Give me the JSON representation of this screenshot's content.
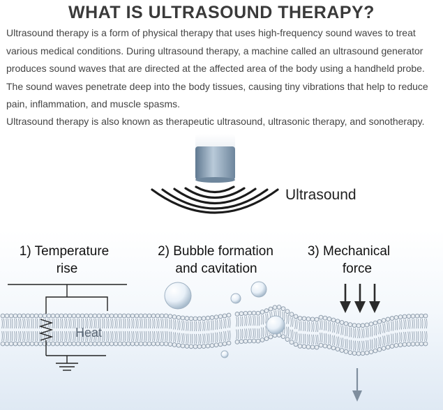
{
  "title": "WHAT IS ULTRASOUND THERAPY?",
  "paragraphs": [
    "Ultrasound therapy is a form of physical therapy that uses high-frequency sound waves to treat various medical conditions. During ultrasound therapy, a machine called an ultrasound generator produces sound waves that are directed at the affected area of the body using a handheld probe. The sound waves penetrate deep into the body tissues, causing tiny vibrations that help to reduce pain, inflammation, and muscle spasms.",
    "Ultrasound therapy is also known as therapeutic ultrasound, ultrasonic therapy, and sonotherapy."
  ],
  "diagram": {
    "source_label": "Ultrasound",
    "steps": [
      {
        "line1": "1) Temperature",
        "line2": "rise"
      },
      {
        "line1": "2) Bubble formation",
        "line2": "and cavitation"
      },
      {
        "line1": "3) Mechanical",
        "line2": "force"
      }
    ],
    "heat_label": "Heat"
  },
  "colors": {
    "membrane_bead": "#e9eef3",
    "membrane_stroke": "#8796a6",
    "probe": "#7f97ad",
    "arrow": "#2b2b2b",
    "arrow_down": "#7f8e9e"
  },
  "icons": [
    "ultrasound-probe-icon",
    "sound-wave-icon",
    "heat-resistor-icon",
    "bubble-icon",
    "down-arrow-icon"
  ]
}
